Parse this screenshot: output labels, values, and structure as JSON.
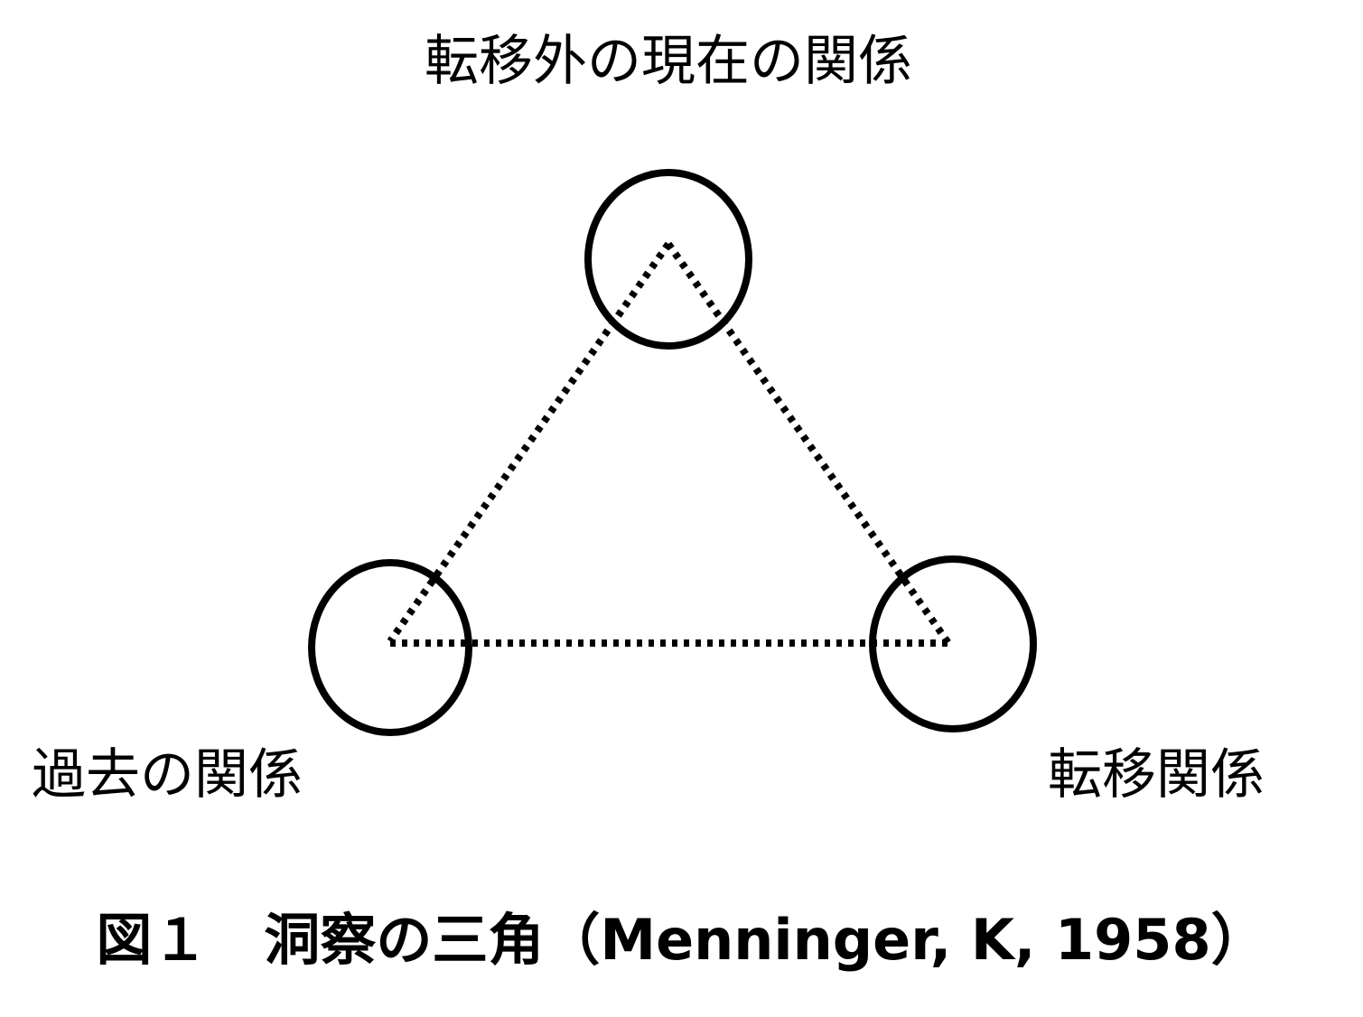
{
  "diagram": {
    "top_node_label": "転移外の現在の関係",
    "left_node_label": "過去の関係",
    "right_node_label": "転移関係",
    "caption": "図１　洞察の三角（Menninger, K, 1958）"
  }
}
